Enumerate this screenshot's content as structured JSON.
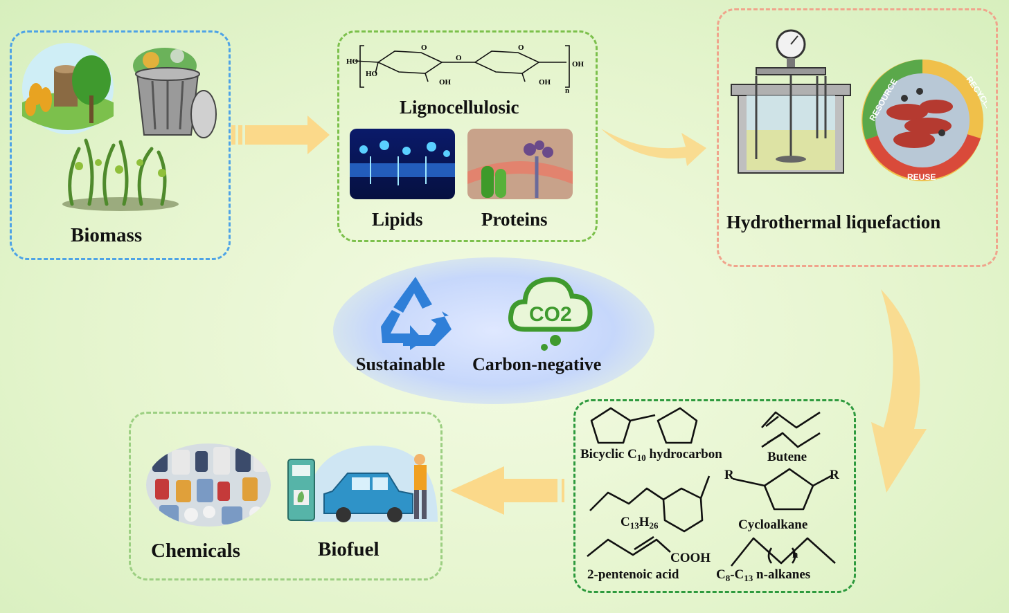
{
  "colors": {
    "biomass_border": "#4ea3e6",
    "feedstock_border": "#7cc04c",
    "htl_border": "#f0a48c",
    "products_border": "#2e9a3e",
    "outputs_border": "#9ccf82",
    "arrow": "#fbd98a",
    "recycle": "#2f7fd8",
    "co2": "#3f9a2e"
  },
  "biomass": {
    "label": "Biomass"
  },
  "feedstock": {
    "lignocellulosic": "Lignocellulosic",
    "lipids": "Lipids",
    "proteins": "Proteins",
    "structure_labels": {
      "ho": "HO",
      "oh": "OH",
      "o": "O",
      "n": "n"
    }
  },
  "htl": {
    "label": "Hydrothermal liquefaction",
    "ring": {
      "resource": "RESOURCE",
      "recycle": "RECYCLE",
      "reuse": "REUSE"
    }
  },
  "center": {
    "sustainable": "Sustainable",
    "carbon_negative": "Carbon-negative",
    "co2": "CO2"
  },
  "products": {
    "bicyclic_pre": "Bicyclic C",
    "bicyclic_sub": "10",
    "bicyclic_post": " hydrocarbon",
    "butene": "Butene",
    "c13_pre": "C",
    "c13_sub1": "13",
    "c13_mid": "H",
    "c13_sub2": "26",
    "cycloalkane": "Cycloalkane",
    "r": "R",
    "cooh": "COOH",
    "pentenoic": "2-pentenoic acid",
    "n_sub": "n",
    "alk_pre": "C",
    "alk_sub1": "8",
    "alk_mid": "-C",
    "alk_sub2": "13",
    "alk_post": " n-alkanes"
  },
  "outputs": {
    "chemicals": "Chemicals",
    "biofuel": "Biofuel"
  }
}
